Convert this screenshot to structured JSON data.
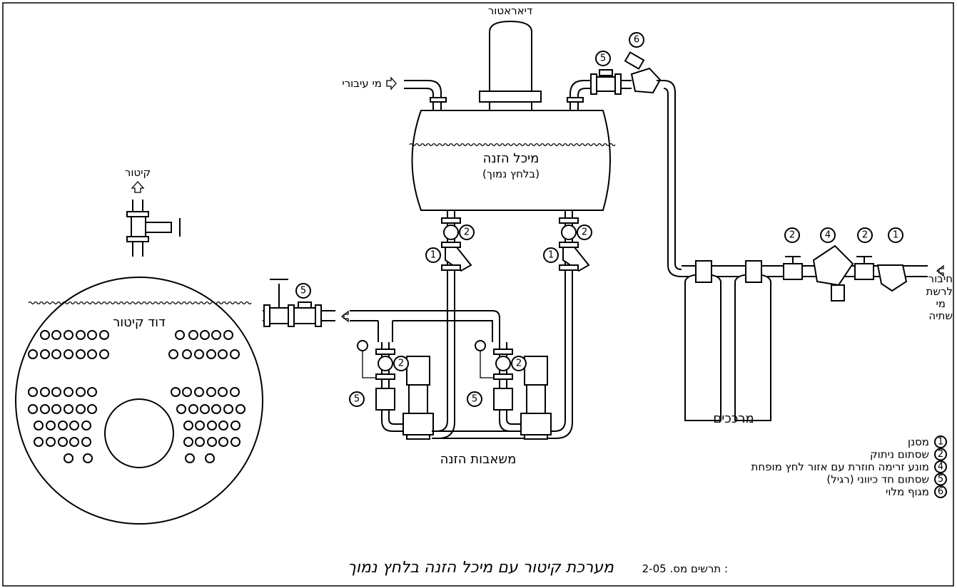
{
  "labels": {
    "deaerator": "דיאראטור",
    "makeup_water": "מי עיבורי",
    "feed_tank_line1": "מיכל הזנה",
    "feed_tank_line2": "(בלחץ נמוך)",
    "steam": "קיטור",
    "boiler": "דוד קיטור",
    "feed_pumps": "משאבות הזנה",
    "softeners": "מרככים",
    "mains_line1": "חיבור",
    "mains_line2": "לרשת",
    "mains_line3": "מי",
    "mains_line4": "שתיה"
  },
  "callouts": {
    "one": "1",
    "two": "2",
    "four": "4",
    "five": "5",
    "six": "6"
  },
  "legend": [
    {
      "num": "1",
      "text": "מסנן"
    },
    {
      "num": "2",
      "text": "שסתום ניתוק"
    },
    {
      "num": "4",
      "text": "מונע זרימה חוזרת עם אזור לחץ מופחת"
    },
    {
      "num": "5",
      "text": "שסתום חד כיווני (רגיל)"
    },
    {
      "num": "6",
      "text": "מגוף מלוי"
    }
  ],
  "caption": {
    "prefix": "תרשים מס. 2-05 :",
    "title": "מערכת קיטור עם מיכל הזנה בלחץ נמוך"
  }
}
